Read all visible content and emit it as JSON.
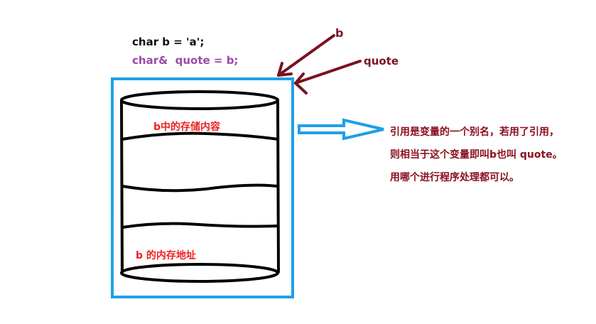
{
  "code": {
    "line1": "char b = 'a';",
    "line2": "char&  quote = b;"
  },
  "labels": {
    "b": "b",
    "quote": "quote",
    "storage_content": "b中的存储内容",
    "memory_address": "b 的内存地址"
  },
  "description": [
    "引用是变量的一个别名，若用了引用，",
    "则相当于这个变量即叫b也叫 quote。",
    "用哪个进行程序处理都可以。"
  ],
  "colors": {
    "box_border": "#1ea0e6",
    "arrow_color": "#7a1122",
    "code_var_color": "#9b4aa8",
    "label_red": "#ee2222",
    "description_color": "#8a1020"
  }
}
